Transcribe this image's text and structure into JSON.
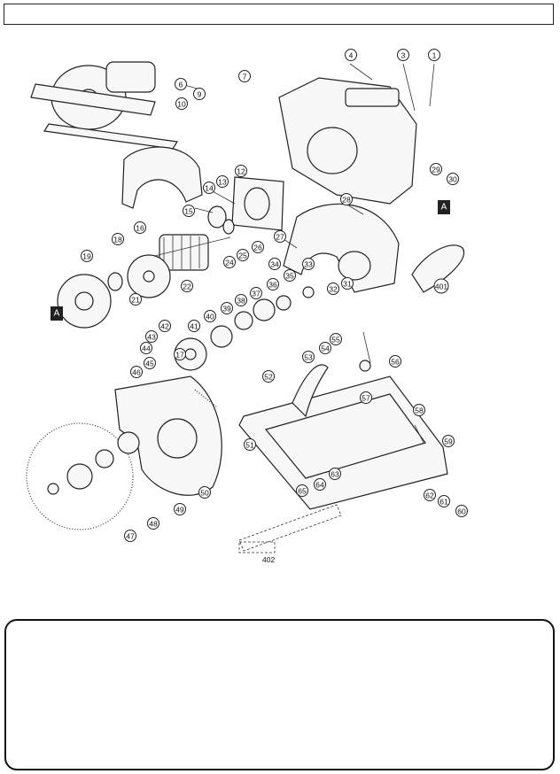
{
  "header": {
    "title": ""
  },
  "diagram": {
    "callouts": [
      "1",
      "3",
      "4",
      "6",
      "7",
      "9",
      "10",
      "12",
      "13",
      "14",
      "15",
      "16",
      "17",
      "18",
      "19",
      "21",
      "22",
      "24",
      "25",
      "26",
      "27",
      "28",
      "29",
      "30",
      "31",
      "32",
      "33",
      "34",
      "35",
      "36",
      "37",
      "38",
      "39",
      "40",
      "41",
      "42",
      "43",
      "44",
      "45",
      "46",
      "47",
      "48",
      "49",
      "50",
      "51",
      "52",
      "53",
      "54",
      "55",
      "56",
      "57",
      "58",
      "59",
      "60",
      "61",
      "62",
      "63",
      "64",
      "65",
      "401"
    ],
    "plain_labels": [
      "402"
    ],
    "marker_labels": [
      "A",
      "A"
    ]
  },
  "notes": {
    "text": ""
  }
}
